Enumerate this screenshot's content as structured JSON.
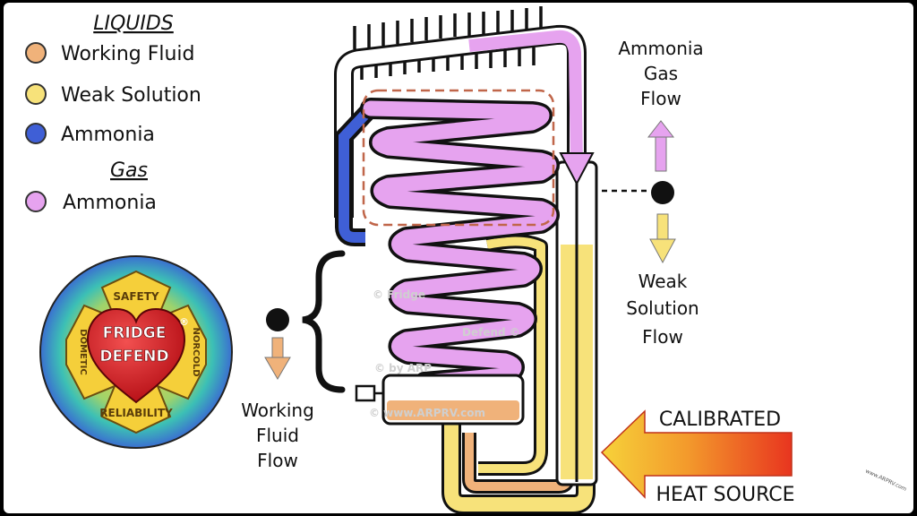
{
  "legend": {
    "liquids_heading": "LIQUIDS",
    "gas_heading": "Gas",
    "items": [
      {
        "label": "Working Fluid",
        "color": "#f0b27a"
      },
      {
        "label": "Weak Solution",
        "color": "#f7e27a"
      },
      {
        "label": "Ammonia",
        "color": "#3f5fd6"
      },
      {
        "label": "Ammonia",
        "color": "#e6a3ef"
      }
    ]
  },
  "badge": {
    "top": "SAFETY",
    "bottom": "RELIABILITY",
    "left": "DOMETIC",
    "right": "NORCOLD",
    "heart_line1": "FRIDGE",
    "heart_line2": "DEFEND",
    "registered": "®"
  },
  "labels": {
    "ammonia_gas_flow": [
      "Ammonia",
      "Gas",
      "Flow"
    ],
    "weak_solution_flow": [
      "Weak",
      "Solution",
      "Flow"
    ],
    "working_fluid_flow": [
      "Working",
      "Fluid",
      "Flow"
    ],
    "heat_source": [
      "CALIBRATED",
      "HEAT SOURCE"
    ]
  },
  "watermarks": [
    "© Fridge",
    "Defend ©",
    "© by ARP",
    "© www.ARPRV.com",
    "www.ARPRV.com"
  ],
  "colors": {
    "gas": "#e6a3ef",
    "gas_dark": "#d88be6",
    "ammonia_liquid": "#3f5fd6",
    "weak_solution": "#f7e27a",
    "working_fluid": "#f0b27a",
    "dashed_box": "#c0664a"
  }
}
